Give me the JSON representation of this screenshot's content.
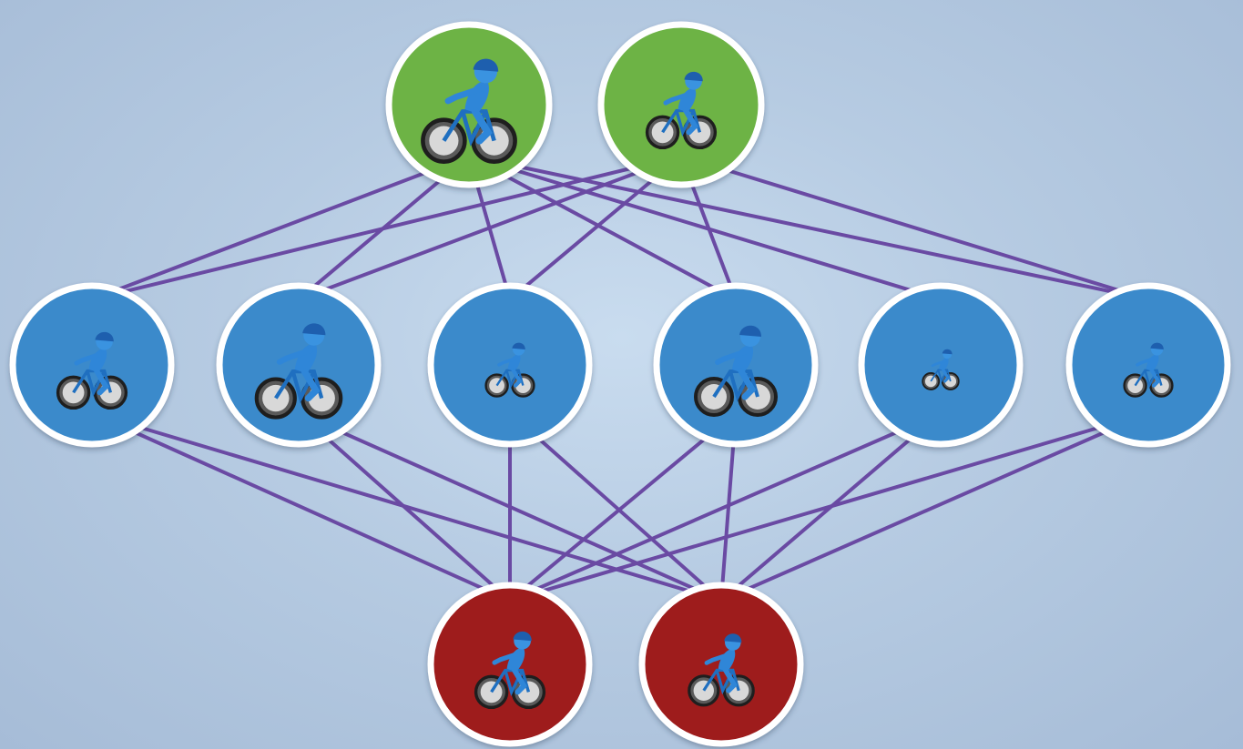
{
  "diagram": {
    "layers": [
      {
        "name": "top",
        "color": "#6db344",
        "nodes": [
          {
            "id": "g1",
            "icon": "cyclist-icon"
          },
          {
            "id": "g2",
            "icon": "cyclist-icon"
          }
        ]
      },
      {
        "name": "middle",
        "color": "#3a8acb",
        "nodes": [
          {
            "id": "b1",
            "icon": "cyclist-icon"
          },
          {
            "id": "b2",
            "icon": "cyclist-icon"
          },
          {
            "id": "b3",
            "icon": "cyclist-icon"
          },
          {
            "id": "b4",
            "icon": "cyclist-icon"
          },
          {
            "id": "b5",
            "icon": "cyclist-icon"
          },
          {
            "id": "b6",
            "icon": "cyclist-icon"
          }
        ]
      },
      {
        "name": "bottom",
        "color": "#9e1b1e",
        "nodes": [
          {
            "id": "r1",
            "icon": "cyclist-icon"
          },
          {
            "id": "r2",
            "icon": "cyclist-icon"
          }
        ]
      }
    ],
    "edges": [
      [
        "g1",
        "b1"
      ],
      [
        "g1",
        "b2"
      ],
      [
        "g1",
        "b3"
      ],
      [
        "g1",
        "b4"
      ],
      [
        "g1",
        "b5"
      ],
      [
        "g1",
        "b6"
      ],
      [
        "g2",
        "b1"
      ],
      [
        "g2",
        "b2"
      ],
      [
        "g2",
        "b3"
      ],
      [
        "g2",
        "b4"
      ],
      [
        "g2",
        "b6"
      ],
      [
        "b1",
        "r1"
      ],
      [
        "b1",
        "r2"
      ],
      [
        "b2",
        "r1"
      ],
      [
        "b2",
        "r2"
      ],
      [
        "b3",
        "r1"
      ],
      [
        "b3",
        "r2"
      ],
      [
        "b4",
        "r1"
      ],
      [
        "b4",
        "r2"
      ],
      [
        "b5",
        "r1"
      ],
      [
        "b5",
        "r2"
      ],
      [
        "b6",
        "r1"
      ],
      [
        "b6",
        "r2"
      ]
    ],
    "edge_color": "#6a4aa3",
    "node_border_color": "#ffffff",
    "background_color": "#b9cde3"
  }
}
